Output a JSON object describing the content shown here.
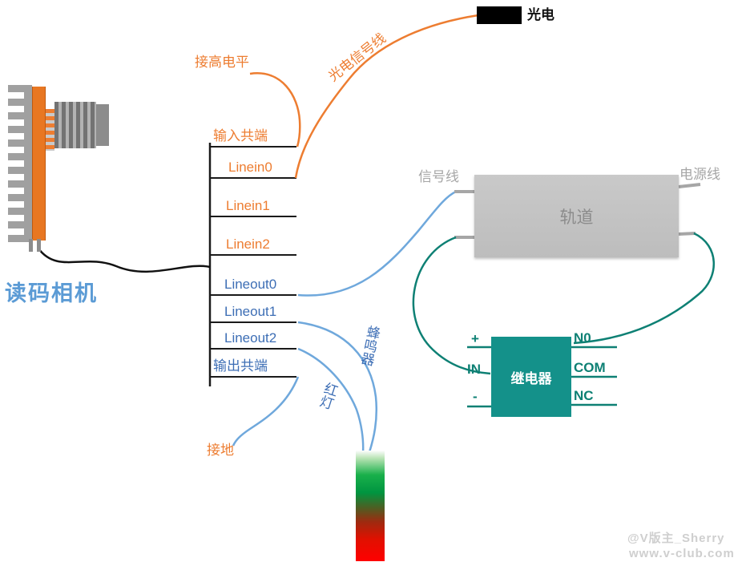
{
  "camera": {
    "label": "读码相机"
  },
  "photoelectric": {
    "label": "光电",
    "signal_line_label": "光电信号线"
  },
  "annotations": {
    "high_level": "接高电平",
    "ground": "接地",
    "buzzer": "蜂鸣器",
    "red_light": "红灯"
  },
  "terminals": [
    {
      "label": "输入共端"
    },
    {
      "label": "Linein0"
    },
    {
      "label": "Linein1"
    },
    {
      "label": "Linein2"
    },
    {
      "label": "Lineout0"
    },
    {
      "label": "Lineout1"
    },
    {
      "label": "Lineout2"
    },
    {
      "label": "输出共端"
    }
  ],
  "track": {
    "label": "轨道",
    "signal_label": "信号线",
    "power_label": "电源线"
  },
  "relay": {
    "label": "继电器",
    "pins_left": [
      "+",
      "IN",
      "-"
    ],
    "pins_right": [
      "N0",
      "COM",
      "NC"
    ]
  },
  "watermark": {
    "line1": "@V版主_Sherry",
    "line2": "www.v-club.com"
  },
  "colors": {
    "orange": "#ED7D31",
    "blue": "#3D6EB5",
    "light_blue": "#6FA8DC",
    "teal": "#0E8074",
    "relay_fill": "#14918A",
    "track_fill": "#BFBFBF"
  }
}
